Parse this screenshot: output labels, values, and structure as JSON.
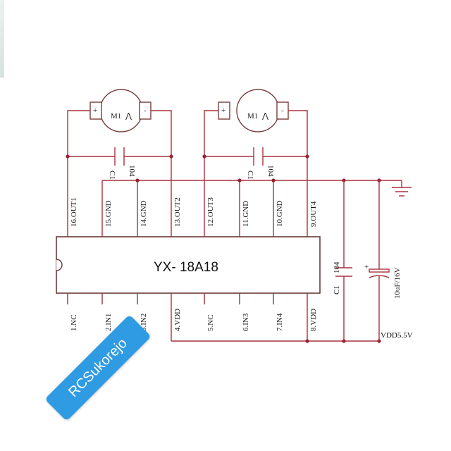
{
  "chip": {
    "label": "YX- 18A18"
  },
  "pins_top": [
    "16.OUT1",
    "15.GND",
    "14.GND",
    "13.OUT2",
    "12.OUT3",
    "11.GND",
    "10.GND",
    "9.OUT4"
  ],
  "pins_bottom": [
    "1.NC",
    "2.IN1",
    "3.IN2",
    "4.VDD",
    "5.NC",
    "6.IN3",
    "7.IN4",
    "8.VDD"
  ],
  "motors": [
    {
      "label": "M1",
      "plus": "+",
      "minus": "-"
    },
    {
      "label": "M1",
      "plus": "+",
      "minus": "-"
    }
  ],
  "capacitors": {
    "c_motor1": {
      "name": "C1",
      "value": "104"
    },
    "c_motor2": {
      "name": "C1",
      "value": "104"
    },
    "c_supply": {
      "name": "C1",
      "value": "104"
    },
    "electrolytic": {
      "value": "10uF/16V"
    }
  },
  "supply_label": "VDD5.5V",
  "watermark": "RCSukorejo",
  "colors": {
    "wire": "#a8323a",
    "watermark_bg": "#2f9be3"
  }
}
